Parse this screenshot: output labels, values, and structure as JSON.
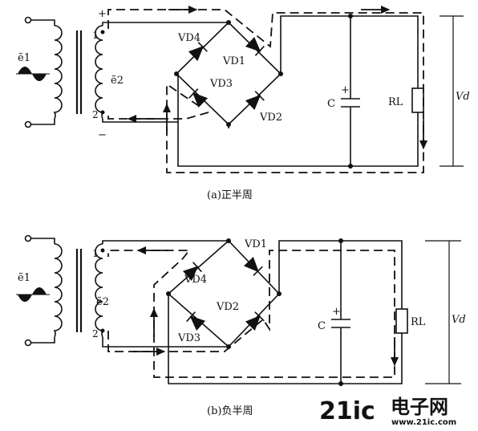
{
  "caption_a": "(a)正半周",
  "caption_b": "(b)负半周",
  "components": {
    "e1": "ẽ1",
    "e2": "ẽ2",
    "vd1": "VD1",
    "vd2": "VD2",
    "vd3": "VD3",
    "vd4": "VD4",
    "cap": "C",
    "load": "RL",
    "vout": "Vd",
    "terminal1": "1",
    "terminal2": "2",
    "plus": "+",
    "minus": "−"
  },
  "watermark": {
    "brand_num": "21ic",
    "brand_cn": "电子网",
    "url": "www.21ic.com"
  }
}
